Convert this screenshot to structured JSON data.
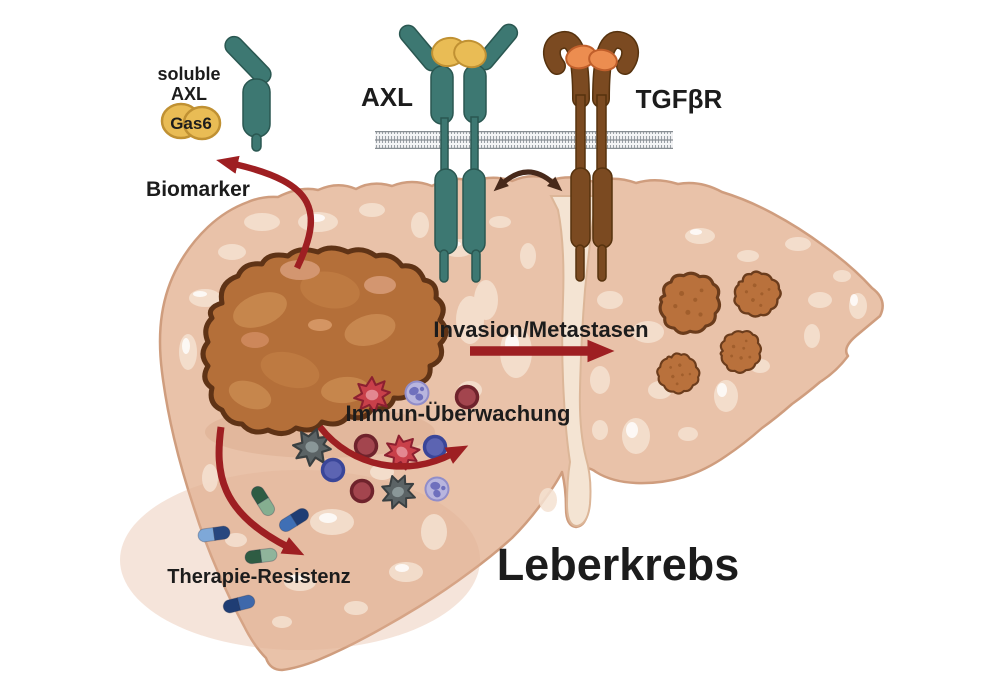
{
  "diagram": {
    "title": "Leberkrebs",
    "soluble_axl": {
      "line1": "soluble",
      "line2": "AXL",
      "ligand": "Gas6"
    },
    "receptors": {
      "axl": "AXL",
      "tgfbr": "TGFβR"
    },
    "annotations": {
      "biomarker": "Biomarker",
      "invasion": "Invasion/Metastasen",
      "immune": "Immun-Überwachung",
      "therapy": "Therapie-Resistenz"
    },
    "colors": {
      "liver": "#e9c2a9",
      "liver_edge": "#cf9d7e",
      "liver_texture": "#f5e2d2",
      "ligament": "#f4e4d3",
      "tumor": "#b46f39",
      "tumor_outline": "#5f3316",
      "metastasis": "#b9713c",
      "receptor_teal": "#3d7872",
      "receptor_brown": "#7b4a21",
      "ligand_gold": "#e9bc55",
      "ligand_orange": "#ec8d50",
      "arrow_red": "#9e1f22",
      "arrow_brown": "#47291a",
      "immune_red": "#c9404a",
      "immune_gray": "#5b6365",
      "cell_maroon": "#a3454e",
      "cell_blue": "#5c64b2",
      "cell_lavender": "#b8b5de",
      "pill_green_dark": "#2e5c43",
      "pill_green_light": "#85ae90",
      "pill_blue_dark": "#1f3d74",
      "pill_blue_light": "#3f6fb5",
      "pill_skyblue": "#7ea8d8"
    }
  }
}
